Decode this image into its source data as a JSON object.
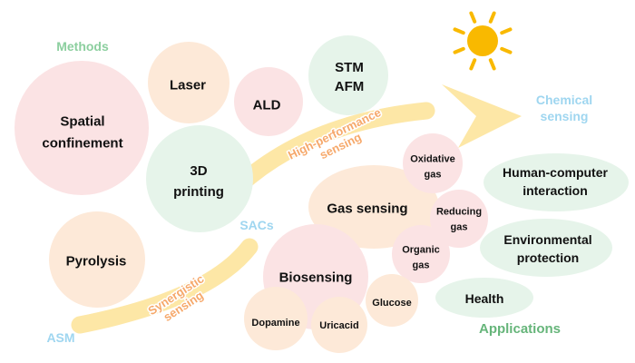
{
  "colors": {
    "pink": "#fbe3e4",
    "peach": "#fde9d8",
    "mint": "#e6f4ea",
    "band_yellow": "#fde7a6",
    "sun": "#f9b900",
    "arrow": "#fde7a6",
    "methods_green": "#8ccf9f",
    "applications_green": "#66b57a",
    "blue_label": "#9fd6f0",
    "band_text_orange": "#f6a86a"
  },
  "icons": {
    "sun": "sun-icon",
    "arrow": "arrow-icon"
  },
  "headings": {
    "methods": "Methods",
    "applications": "Applications",
    "sacs": "SACs",
    "asm": "ASM",
    "chemical_sensing": [
      "Chemical",
      "sensing"
    ]
  },
  "bands": {
    "high_performance": [
      "High-performance",
      "sensing"
    ],
    "synergistic": [
      "Synergistic",
      "sensing"
    ]
  },
  "methods": {
    "spatial_confinement": [
      "Spatial",
      "confinement"
    ],
    "laser": [
      "Laser"
    ],
    "ald": [
      "ALD"
    ],
    "stm_afm": [
      "STM",
      "AFM"
    ],
    "printing_3d": [
      "3D",
      "printing"
    ],
    "pyrolysis": [
      "Pyrolysis"
    ]
  },
  "sensing": {
    "gas_sensing": [
      "Gas sensing"
    ],
    "oxidative_gas": [
      "Oxidative",
      "gas"
    ],
    "reducing_gas": [
      "Reducing",
      "gas"
    ],
    "organic_gas": [
      "Organic",
      "gas"
    ],
    "biosensing": [
      "Biosensing"
    ],
    "glucose": [
      "Glucose"
    ],
    "dopamine": [
      "Dopamine"
    ],
    "uricacid": [
      "Uricacid"
    ]
  },
  "applications": {
    "human_computer": [
      "Human-computer",
      "interaction"
    ],
    "environmental": [
      "Environmental",
      "protection"
    ],
    "health": [
      "Health"
    ]
  }
}
